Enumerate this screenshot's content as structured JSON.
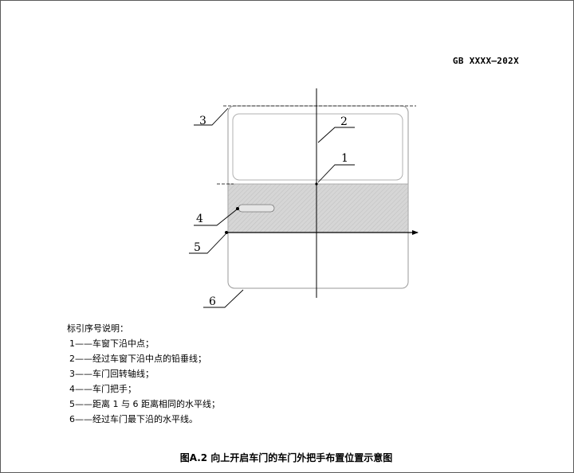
{
  "header": {
    "standard_code": "GB XXXX—202X"
  },
  "figure": {
    "callouts": [
      "1",
      "2",
      "3",
      "4",
      "5",
      "6"
    ]
  },
  "legend": {
    "title": "标引序号说明：",
    "items": [
      "1——车窗下沿中点；",
      "2——经过车窗下沿中点的铅垂线；",
      "3——车门回转轴线；",
      "4——车门把手；",
      "5——距离 1 与 6 距离相同的水平线；",
      "6——经过车门最下沿的水平线。"
    ]
  },
  "caption": "图A.2 向上开启车门的车门外把手布置位置示意图"
}
